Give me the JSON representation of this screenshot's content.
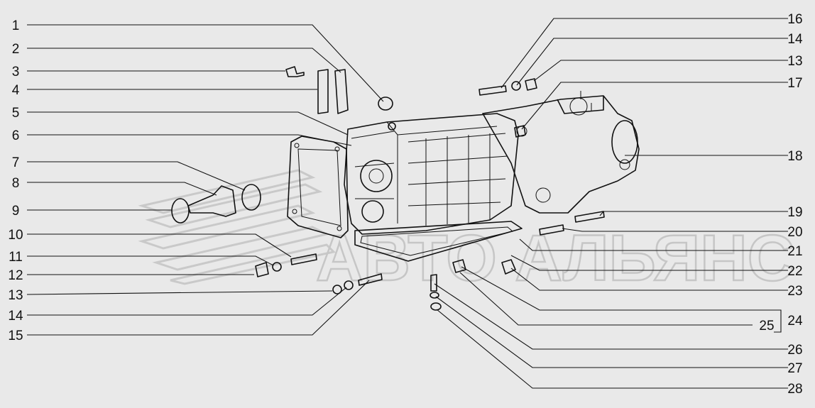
{
  "labels_left": [
    "1",
    "2",
    "3",
    "4",
    "5",
    "6",
    "7",
    "8",
    "9",
    "10",
    "11",
    "12",
    "13",
    "14",
    "15"
  ],
  "labels_right": [
    "16",
    "14",
    "13",
    "17",
    "18",
    "19",
    "20",
    "21",
    "22",
    "23",
    "24",
    "25",
    "26",
    "27",
    "28"
  ],
  "watermark": "АВТО АЛЬЯНС"
}
